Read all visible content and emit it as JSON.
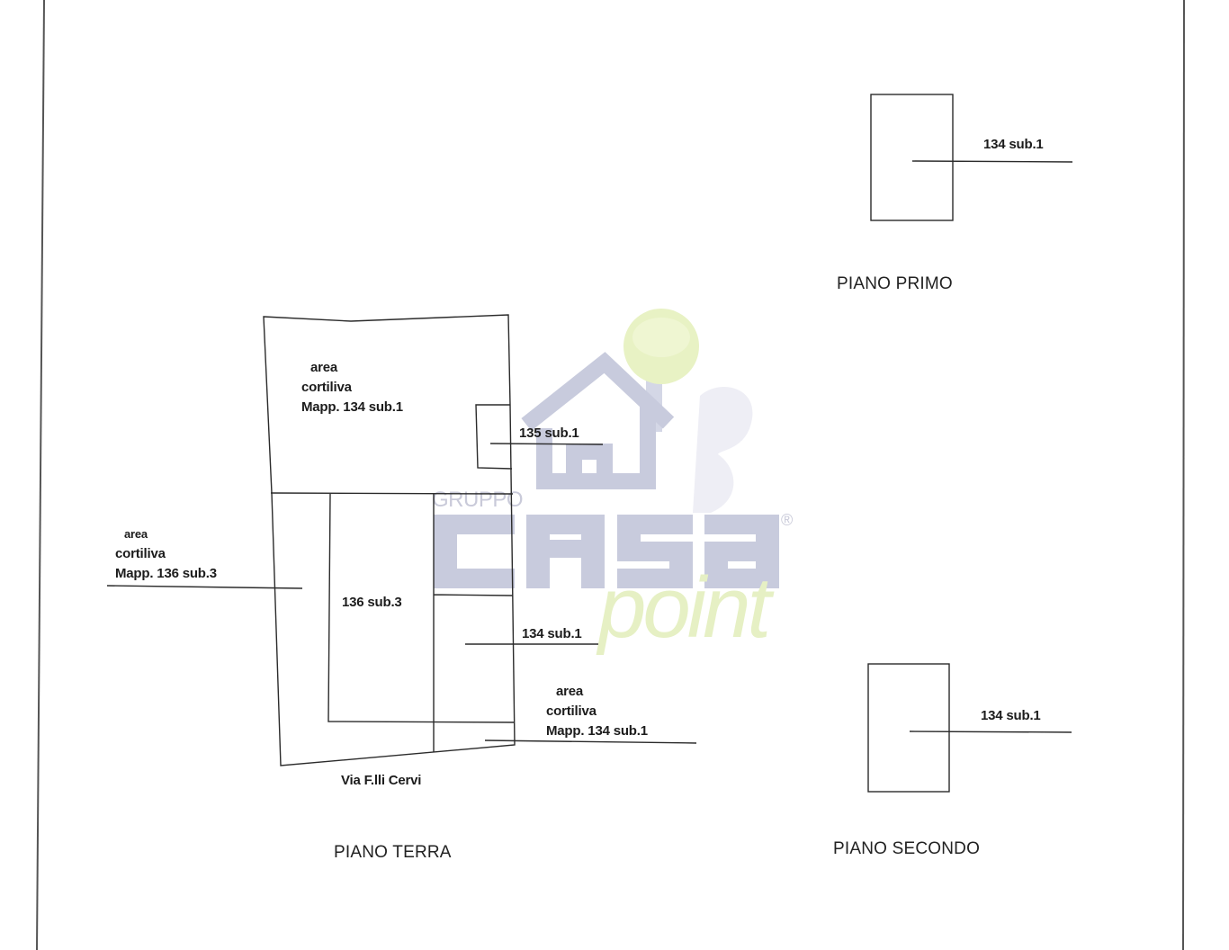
{
  "watermark": {
    "brand_prefix": "GRUPPO",
    "brand_name": "CASA",
    "brand_suffix": "point",
    "registered_mark": "®",
    "colors": {
      "house": "#c8cbdd",
      "tree": "#e8f2c4",
      "point": "#e6f0c4"
    }
  },
  "piano_terra": {
    "title": "PIANO TERRA",
    "street": "Via F.lli Cervi",
    "labels": {
      "area_nord": {
        "line1": "area",
        "line2": "cortiliva",
        "line3": "Mapp. 134 sub.1"
      },
      "area_ovest": {
        "line1": "area",
        "line2": "cortiliva",
        "line3": "Mapp. 136 sub.3"
      },
      "area_sud": {
        "line1": "area",
        "line2": "cortiliva",
        "line3": "Mapp. 134 sub.1"
      },
      "unit_135": "135 sub.1",
      "unit_136": "136 sub.3",
      "unit_134": "134 sub.1"
    }
  },
  "piano_primo": {
    "title": "PIANO PRIMO",
    "unit": "134 sub.1"
  },
  "piano_secondo": {
    "title": "PIANO SECONDO",
    "unit": "134 sub.1"
  }
}
